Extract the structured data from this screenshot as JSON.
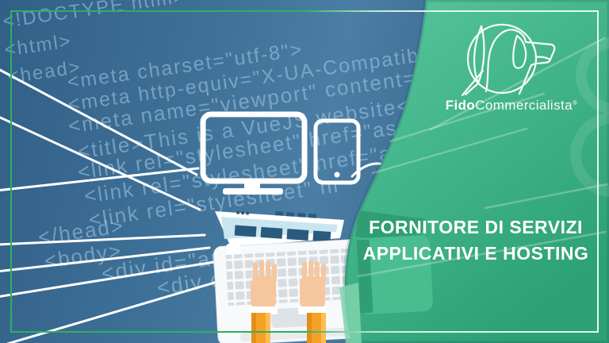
{
  "colors": {
    "blue_deep": "#2e5c83",
    "blue_mid": "#315f87",
    "blue_light": "#4b7ea5",
    "code_text": "#aad0e8",
    "green_top": "#58c79e",
    "green_bottom": "#2ca176",
    "frame_green": "#2db15c",
    "frame_pale": "#e6f6ee",
    "sleeve_orange": "#f5a125",
    "sleeve_orange_dark": "#e28f17",
    "sleeve_orange_light": "#ffbc52",
    "skin": "#f6c79e",
    "white": "#ffffff"
  },
  "code_background": {
    "lines": [
      "<!DOCTYPE html>",
      "<html>",
      "<head>",
      "<meta charset=\"utf-8\">",
      "<meta http-equiv=\"X-UA-Compatible\"",
      "<meta name=\"viewport\" content=\"w",
      "<title>This is a VueJS website</title>",
      "<link rel=\"stylesheet\" href=\"asse",
      "<link rel=\"stylesheet\" href=\"as",
      "<link rel=\"stylesheet\" hr",
      "</head>",
      "<body>",
      "<div id=\"app\">",
      "<div cla"
    ]
  },
  "brand": {
    "logo_icon": "dog-head-in-circle",
    "name_bold": "Fido",
    "name_light": "Commercialista",
    "registered_mark": "®"
  },
  "tagline": {
    "line1": "FORNITORE DI SERVIZI",
    "line2": "APPLICATIVI E HOSTING"
  }
}
